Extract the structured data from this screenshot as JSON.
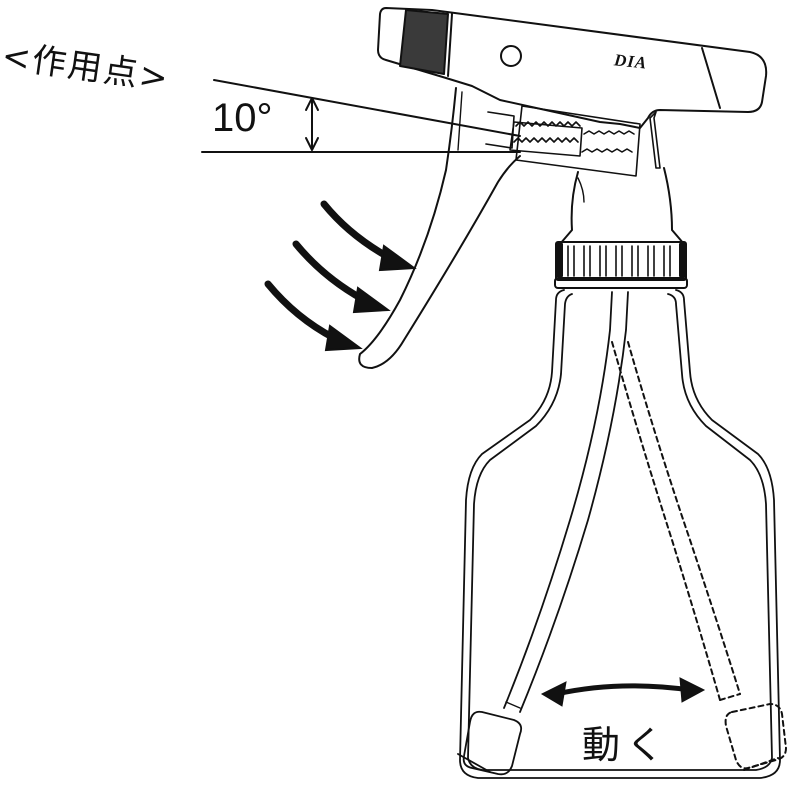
{
  "diagram": {
    "subject": "trigger spray bottle",
    "labels": {
      "action_point": "<作用点>",
      "angle": "10°",
      "moves": "動く",
      "brand": "DIA"
    },
    "annotations": {
      "trigger_press_arrows": 3,
      "angle_indicator": "10° between action-point line and horizontal reference",
      "tube_motion": "double-headed arrow showing dip tube swings between solid and dashed positions"
    },
    "colors": {
      "line": "#111111",
      "background": "#ffffff",
      "grip_fill": "#3a3a3a"
    }
  }
}
